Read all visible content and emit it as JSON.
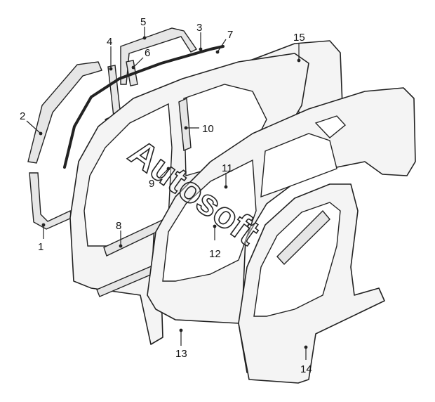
{
  "callouts": [
    "1",
    "2",
    "3",
    "4",
    "5",
    "6",
    "7",
    "8",
    "9",
    "10",
    "11",
    "12",
    "13",
    "14",
    "15"
  ],
  "watermark": "Autosoft",
  "colors": {
    "line": "#222222",
    "panel": "#f4f4f4",
    "background": "#ffffff"
  }
}
